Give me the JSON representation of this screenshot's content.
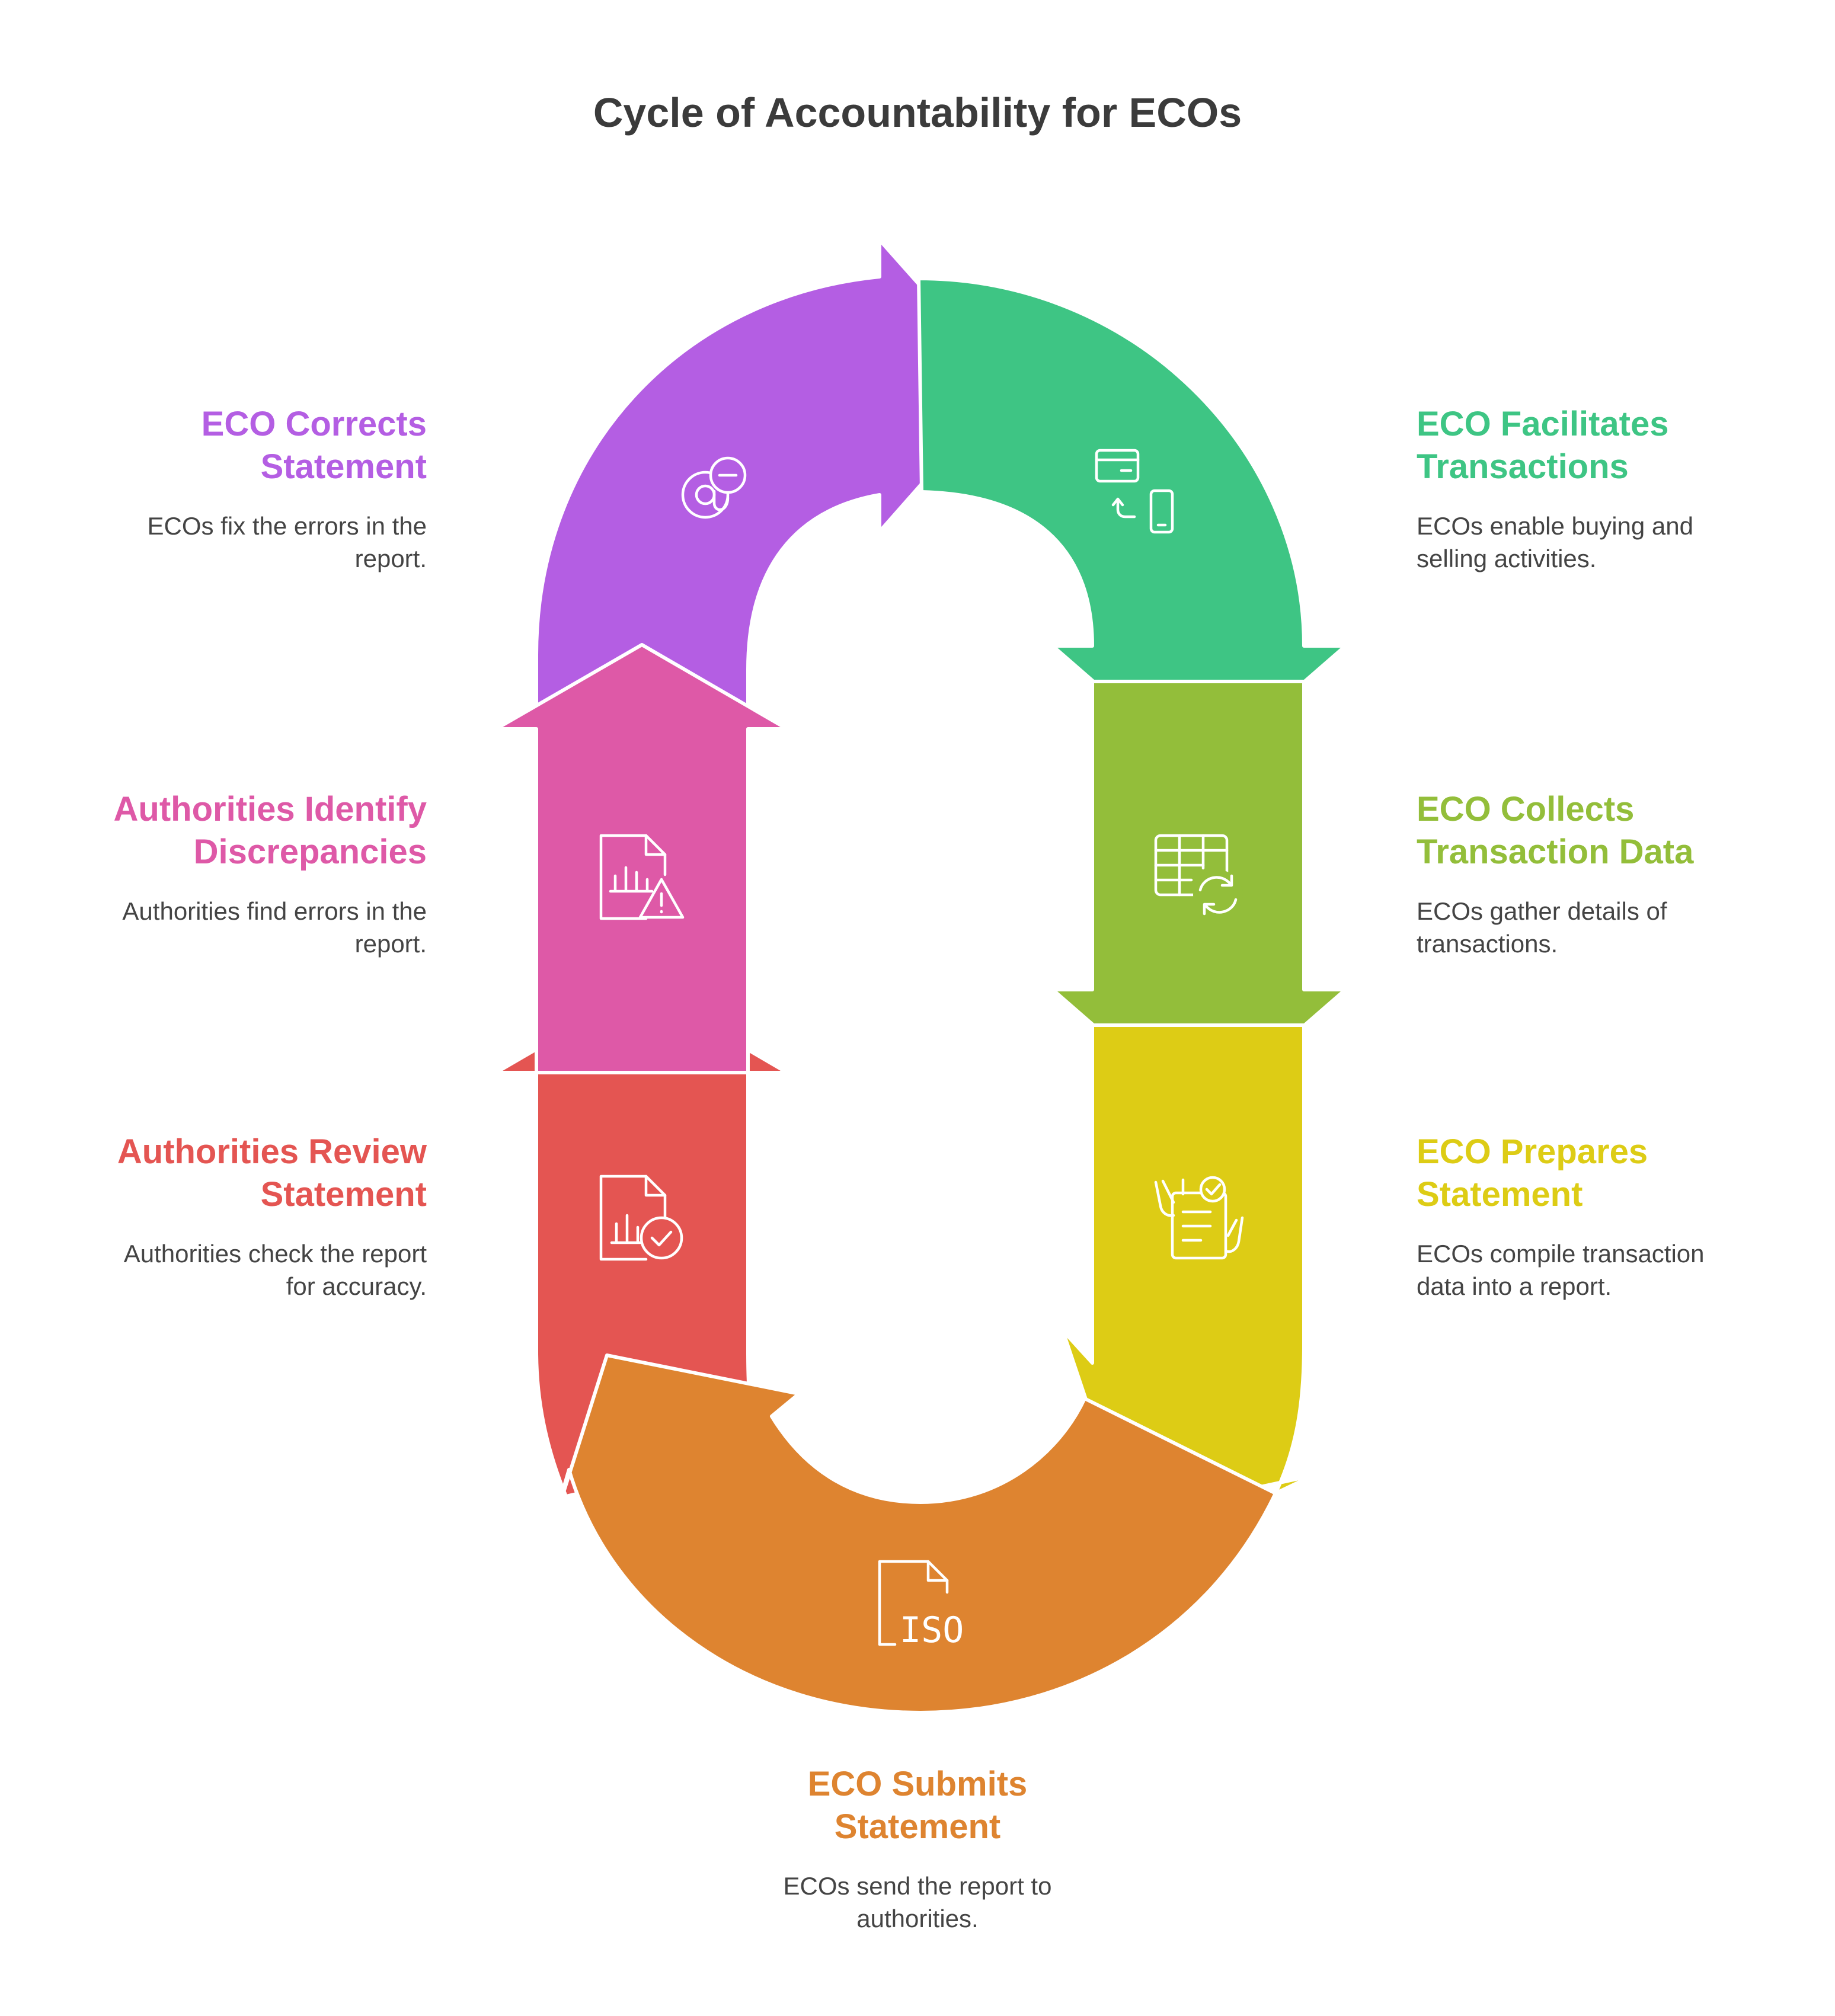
{
  "title": "Cycle of Accountability for ECOs",
  "colors": {
    "purple": "#B45EE3",
    "green": "#3EC584",
    "olive": "#93BE3A",
    "yellow": "#DDCC15",
    "orange": "#DE8430",
    "red": "#E45552",
    "pink": "#DE59A7"
  },
  "steps": [
    {
      "heading_1": "ECO Facilitates",
      "heading_2": "Transactions",
      "body_1": "ECOs enable buying and",
      "body_2": "selling activities.",
      "icon": "card-phone-transfer-icon"
    },
    {
      "heading_1": "ECO Collects",
      "heading_2": "Transaction Data",
      "body_1": "ECOs gather details of",
      "body_2": "transactions.",
      "icon": "table-refresh-icon"
    },
    {
      "heading_1": "ECO Prepares",
      "heading_2": "Statement",
      "body_1": "ECOs compile transaction",
      "body_2": "data into a report.",
      "icon": "hands-checklist-icon"
    },
    {
      "heading_1": "ECO Submits",
      "heading_2": "Statement",
      "body_1": "ECOs send the report to",
      "body_2": "authorities.",
      "icon": "iso-document-icon",
      "icon_text": "ISO"
    },
    {
      "heading_1": "Authorities Review",
      "heading_2": "Statement",
      "body_1": "Authorities check the report",
      "body_2": "for accuracy.",
      "icon": "report-check-icon"
    },
    {
      "heading_1": "Authorities Identify",
      "heading_2": "Discrepancies",
      "body_1": "Authorities find errors in the",
      "body_2": "report.",
      "icon": "report-warning-icon"
    },
    {
      "heading_1": "ECO Corrects",
      "heading_2": "Statement",
      "body_1": "ECOs fix the errors in the",
      "body_2": "report.",
      "icon": "at-minus-icon"
    }
  ]
}
